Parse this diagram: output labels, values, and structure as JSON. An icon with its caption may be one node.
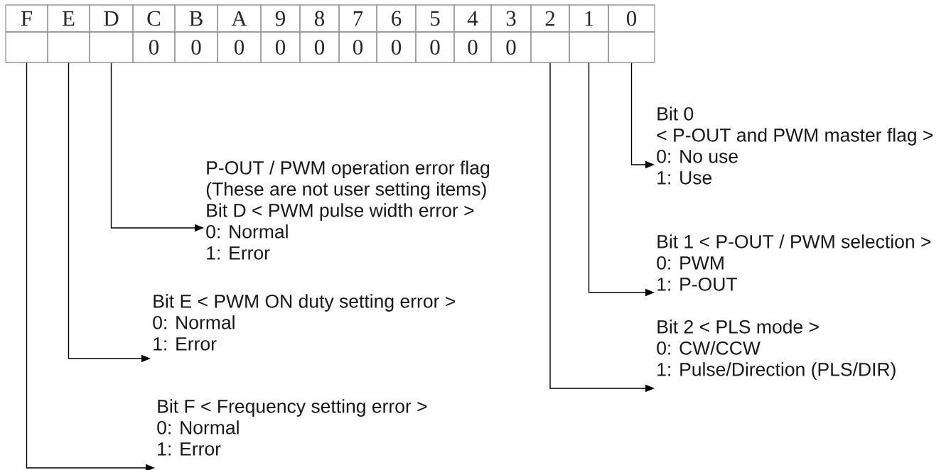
{
  "diagram": {
    "nodes": [
      {
        "text": [],
        "shape": "box"
      },
      {
        "text": [],
        "shape": "box"
      },
      {
        "text": [],
        "shape": "box"
      },
      {
        "text": [],
        "shape": "box"
      },
      {
        "text": [],
        "shape": "box"
      },
      {
        "text": [],
        "shape": "box"
      },
      {
        "text": [
          "P-OUT / PWM operation error flag",
          "(These are not user setting items)",
          "Bit D < PWM pulse width error >",
          "0: Normal",
          "1: Error"
        ]
      },
      {
        "text": [
          "Bit 0",
          "< P-OUT and PWM master flag >",
          "0: No use",
          "1: Use"
        ]
      },
      {
        "text": [
          "Bit 1 < P-OUT / PWM selection >",
          "0: PWM",
          "1: P-OUT"
        ]
      },
      {
        "text": [
          "Bit E < PWM ON duty setting error >",
          "0: Normal",
          "1: Error"
        ]
      },
      {
        "text": [
          "Bit 2 < PLS mode >",
          "0: CW/CCW",
          "1: Pulse/Direction (PLS/DIR)"
        ]
      },
      {
        "text": [
          "Bit F < Frequency setting error >",
          "0: Normal",
          "1: Error"
        ]
      }
    ],
    "edges": [
      {
        "from": 0,
        "to": 11,
        "arrow": "to"
      },
      {
        "from": 1,
        "to": 9,
        "arrow": "to"
      },
      {
        "from": 2,
        "to": 6,
        "arrow": "to"
      },
      {
        "from": 3,
        "to": 10,
        "arrow": "to"
      },
      {
        "from": 4,
        "to": 8,
        "arrow": "to"
      },
      {
        "from": 5,
        "to": 7,
        "arrow": "to"
      }
    ],
    "labels": [
      "F",
      "E",
      "D",
      "C",
      "B",
      "A",
      "9",
      "8",
      "7",
      "6",
      "5",
      "4",
      "3",
      "2",
      "1",
      "0",
      "0",
      "0",
      "0",
      "0",
      "0",
      "0",
      "0",
      "0",
      "0",
      "0"
    ]
  }
}
